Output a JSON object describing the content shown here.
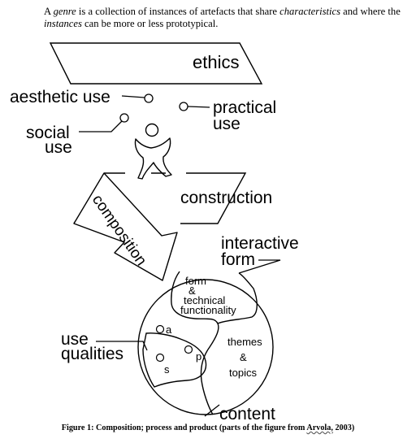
{
  "intro": {
    "p1": "A ",
    "p2": "genre",
    "p3": " is a collection of instances of artefacts that share ",
    "p4": "characteristics",
    "p5": " and where the ",
    "p6": "instances",
    "p7": " can be more or less prototypical."
  },
  "labels": {
    "ethics": "ethics",
    "aesthetic_use": "aesthetic use",
    "practical": "practical",
    "practical_use": "use",
    "social": "social",
    "social_use": "use",
    "construction": "construction",
    "composition": "composition",
    "interactive": "interactive",
    "form": "form",
    "inner_form": "form",
    "inner_amp": "&",
    "inner_technical": "technical",
    "inner_functionality": "functionality",
    "themes": "themes",
    "themes_amp": "&",
    "topics": "topics",
    "use": "use",
    "qualities": "qualities",
    "a": "a",
    "p": "p",
    "s": "s",
    "content": "content"
  },
  "caption": {
    "main": "Figure 1: Composition;  process  and  product  (parts  of the figure  from ",
    "author": "Arvola,",
    "year": " 2003)"
  }
}
